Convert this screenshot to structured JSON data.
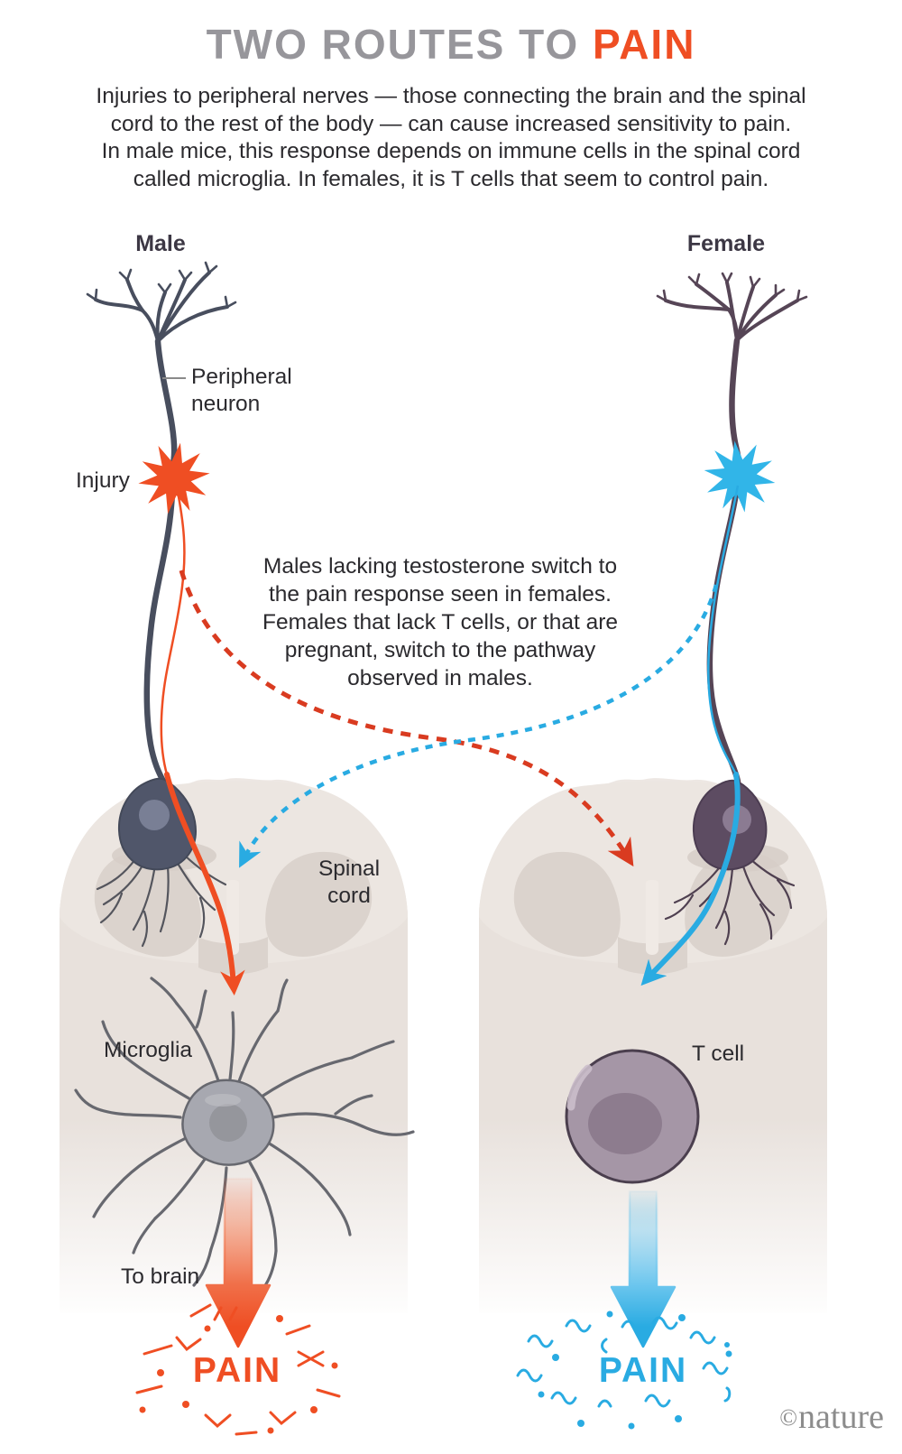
{
  "title": {
    "prefix": "TWO ROUTES TO",
    "highlight": "PAIN"
  },
  "intro": {
    "lines": [
      "Injuries to peripheral nerves — those connecting the brain and the spinal",
      "cord to the rest of the body — can cause increased sensitivity to pain.",
      "In male mice, this response depends on immune cells in the spinal cord",
      "called microglia. In females, it is T cells that seem to control pain."
    ]
  },
  "male": {
    "column_label": "Male",
    "neuron_label_line1": "Peripheral",
    "neuron_label_line2": "neuron",
    "injury_label": "Injury",
    "spinal_cord_line1": "Spinal",
    "spinal_cord_line2": "cord",
    "cell_label": "Microglia",
    "to_brain_label": "To brain",
    "pain_label": "PAIN"
  },
  "female": {
    "column_label": "Female",
    "cell_label": "T cell",
    "pain_label": "PAIN"
  },
  "center_note": {
    "lines": [
      "Males lacking testosterone switch to",
      "the pain response seen in females.",
      "Females that lack T cells, or that are",
      "pregnant, switch to the pathway",
      "observed in males."
    ]
  },
  "watermark": {
    "symbol": "©",
    "name": "nature"
  },
  "colors": {
    "accent_orange": "#EF4E23",
    "dashed_red": "#D93B20",
    "accent_blue": "#29ABE2",
    "star_blue": "#31B5E8",
    "title_gray": "#97969B",
    "text_dark": "#2B2A2E",
    "male_neuron": "#484E5E",
    "female_neuron": "#564556",
    "spinal_cord_beige": "#E8E1DC",
    "gray_matter_beige": "#DBD3CD",
    "microglia_gray": "#A7A8B0",
    "t_cell_purple": "#A596A6",
    "watermark_gray": "#8C8C8C"
  }
}
